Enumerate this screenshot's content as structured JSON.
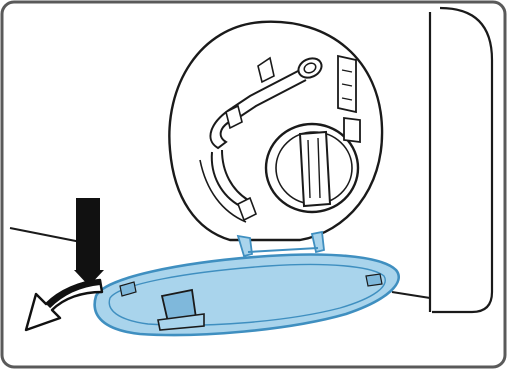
{
  "colors": {
    "frame": "#5a5a5a",
    "line": "#1a1a1a",
    "cover_fill": "#a9d4ec",
    "cover_stroke": "#3f8fc0",
    "cover_shade": "#7fb8db",
    "arrow": "#111111",
    "background": "#ffffff"
  },
  "parts": {
    "machine_body": "washing-machine-front-panel",
    "filter_cap": "pump-filter-cap",
    "drain_hose": "emergency-drain-hose",
    "service_cover": "service-flap-cover",
    "direction_arrow": "open-downward-arrow"
  }
}
